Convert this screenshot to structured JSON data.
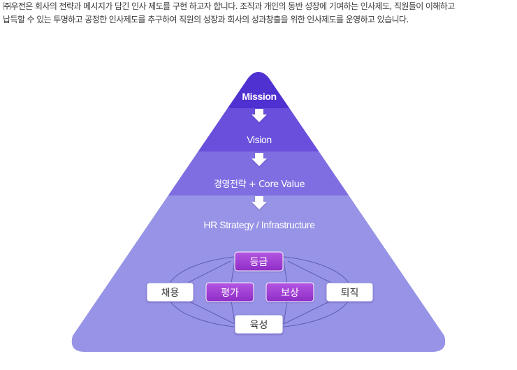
{
  "intro": {
    "line1": "㈜우전은 회사의 전략과 메시지가 담긴 인사 제도를 구현 하고자 합니다. 조직과 개인의 동반 성장에 기여하는 인사제도, 직원들이 이해하고",
    "line2": "납득할 수 있는 투명하고 공정한 인사제도를 추구하여 직원의 성장과 회사의 성과창출을 위한 인사제도를 운영하고 있습니다."
  },
  "pyramid": {
    "tiers": [
      {
        "label": "Mission",
        "color": "#4f30d0"
      },
      {
        "label": "Vision",
        "color": "#6a4fdc"
      },
      {
        "label": "경영전략 + Core Value",
        "color": "#7f6ee2"
      },
      {
        "label": "HR Strategy / Infrastructure",
        "color": "#9793e6"
      }
    ],
    "arrow_icon": "down-arrow-icon"
  },
  "hr_cycle": {
    "nodes": {
      "top": "등급",
      "left": "채용",
      "inner_left": "평가",
      "inner_right": "보상",
      "right": "퇴직",
      "bottom": "육성"
    },
    "colors": {
      "purple_node": "#a23bd6",
      "white_node": "#ffffff",
      "line": "#5e5fb3"
    }
  }
}
